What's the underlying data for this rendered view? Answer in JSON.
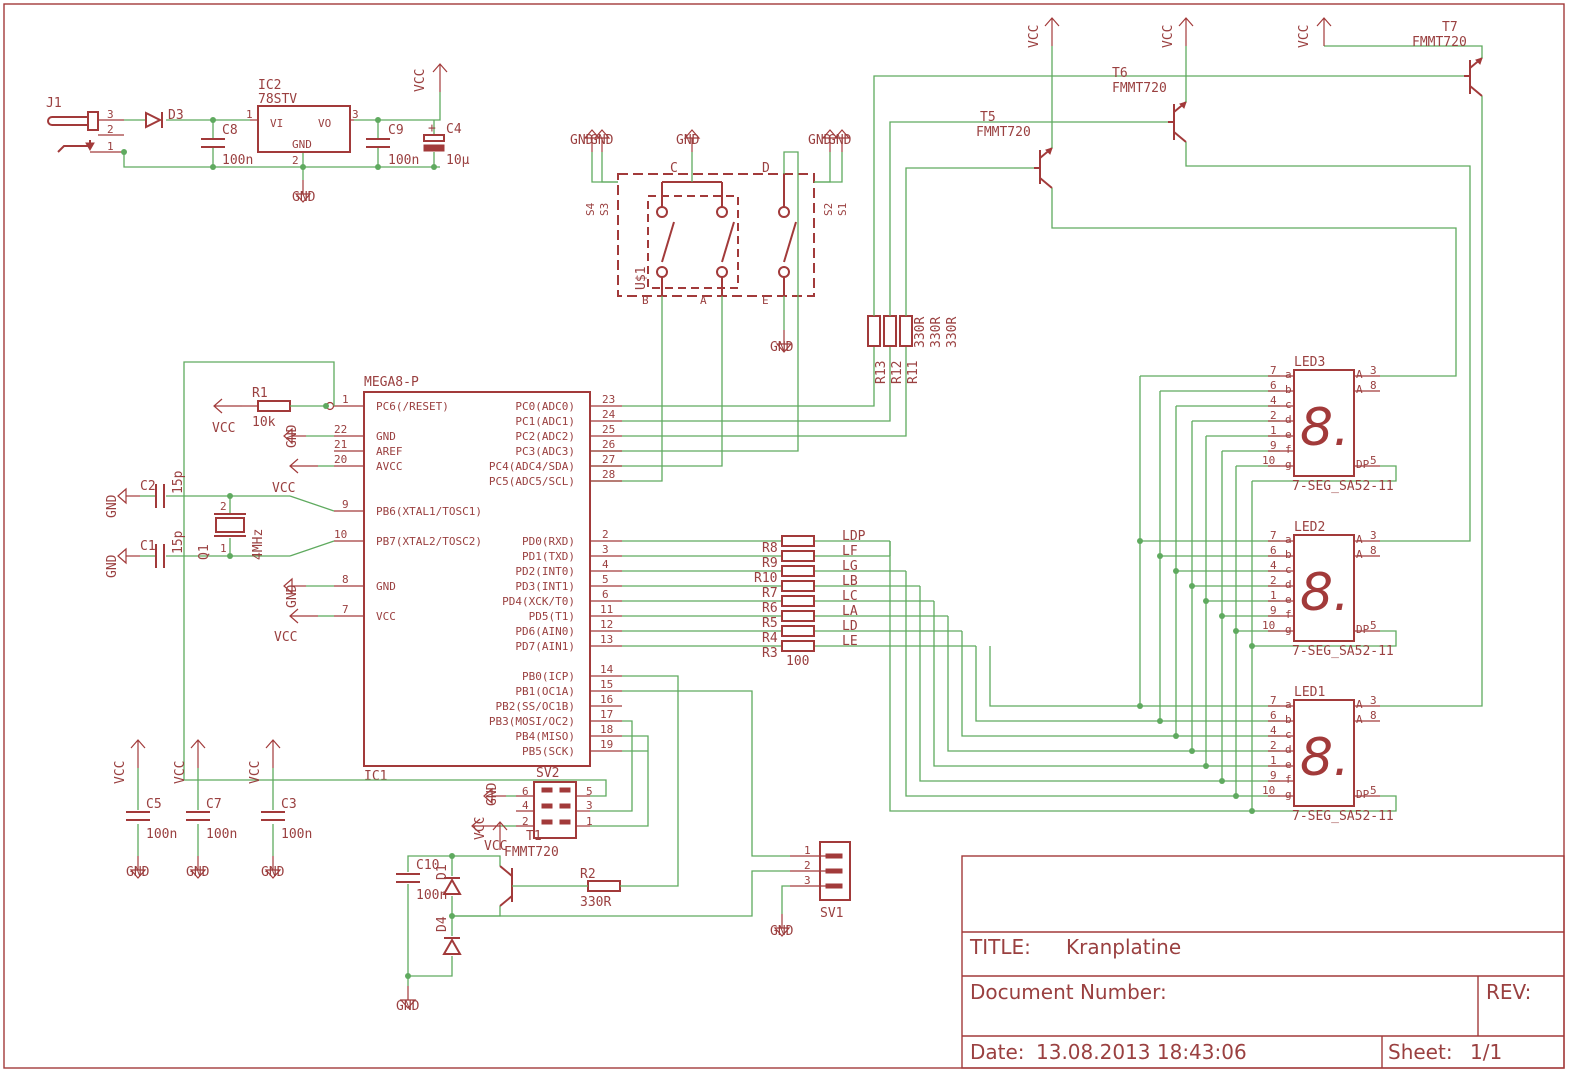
{
  "title_block": {
    "title_label": "TITLE:",
    "title": "Kranplatine",
    "document_label": "Document Number:",
    "rev_label": "REV:",
    "date_label": "Date:",
    "date": "13.08.2013 18:43:06",
    "sheet_label": "Sheet:",
    "sheet": "1/1"
  },
  "net_labels": {
    "vcc": "VCC",
    "gnd": "GND"
  },
  "power_supply": {
    "j1": "J1",
    "j1_pins": [
      "3",
      "2",
      "1"
    ],
    "d3": "D3",
    "c8": "C8",
    "c8_value": "100n",
    "ic2": "IC2",
    "ic2_value": "78STV",
    "ic2_vi": "VI",
    "ic2_vo": "VO",
    "ic2_gnd": "GND",
    "ic2_pin1": "1",
    "ic2_pin2": "2",
    "ic2_pin3": "3",
    "c9": "C9",
    "c9_value": "100n",
    "c4": "C4",
    "c4_value": "10µ"
  },
  "switch_block": {
    "name": "U$1",
    "pin_labels_top": [
      "C",
      "D"
    ],
    "pin_labels_bottom": [
      "B",
      "A",
      "E"
    ],
    "left_labels": [
      "S4",
      "S3"
    ],
    "right_labels": [
      "S2",
      "S1"
    ]
  },
  "mcu": {
    "name": "MEGA8-P",
    "ref": "IC1",
    "left_pins": [
      {
        "num": "1",
        "name": "PC6(/RESET)"
      },
      {
        "num": "22",
        "name": "GND"
      },
      {
        "num": "21",
        "name": "AREF"
      },
      {
        "num": "20",
        "name": "AVCC"
      },
      {
        "num": "9",
        "name": "PB6(XTAL1/TOSC1)"
      },
      {
        "num": "10",
        "name": "PB7(XTAL2/TOSC2)"
      },
      {
        "num": "8",
        "name": "GND"
      },
      {
        "num": "7",
        "name": "VCC"
      }
    ],
    "right_pins_c": [
      {
        "num": "23",
        "name": "PC0(ADC0)"
      },
      {
        "num": "24",
        "name": "PC1(ADC1)"
      },
      {
        "num": "25",
        "name": "PC2(ADC2)"
      },
      {
        "num": "26",
        "name": "PC3(ADC3)"
      },
      {
        "num": "27",
        "name": "PC4(ADC4/SDA)"
      },
      {
        "num": "28",
        "name": "PC5(ADC5/SCL)"
      }
    ],
    "right_pins_d": [
      {
        "num": "2",
        "name": "PD0(RXD)"
      },
      {
        "num": "3",
        "name": "PD1(TXD)"
      },
      {
        "num": "4",
        "name": "PD2(INT0)"
      },
      {
        "num": "5",
        "name": "PD3(INT1)"
      },
      {
        "num": "6",
        "name": "PD4(XCK/T0)"
      },
      {
        "num": "11",
        "name": "PD5(T1)"
      },
      {
        "num": "12",
        "name": "PD6(AIN0)"
      },
      {
        "num": "13",
        "name": "PD7(AIN1)"
      }
    ],
    "right_pins_b": [
      {
        "num": "14",
        "name": "PB0(ICP)"
      },
      {
        "num": "15",
        "name": "PB1(OC1A)"
      },
      {
        "num": "16",
        "name": "PB2(SS/OC1B)"
      },
      {
        "num": "17",
        "name": "PB3(MOSI/OC2)"
      },
      {
        "num": "18",
        "name": "PB4(MISO)"
      },
      {
        "num": "19",
        "name": "PB5(SCK)"
      }
    ]
  },
  "reset": {
    "r1": "R1",
    "r1_value": "10k"
  },
  "crystal": {
    "c2": "C2",
    "c2_value": "15p",
    "c1": "C1",
    "c1_value": "15p",
    "q1": "Q1",
    "q1_value": "4MHz",
    "q1_pin1": "1",
    "q1_pin2": "2"
  },
  "segment_resistors": {
    "refs": [
      "R8",
      "R9",
      "R10",
      "R7",
      "R6",
      "R5",
      "R4",
      "R3"
    ],
    "nets": [
      "LDP",
      "LF",
      "LG",
      "LB",
      "LC",
      "LA",
      "LD",
      "LE"
    ],
    "value": "100"
  },
  "digit_resistors": {
    "refs": [
      "R13",
      "R12",
      "R11"
    ],
    "values": [
      "330R",
      "330R",
      "330R"
    ]
  },
  "transistors": {
    "t5": "T5",
    "t6": "T6",
    "t7": "T7",
    "t1": "T1",
    "model": "FMMT720"
  },
  "displays": {
    "names": [
      "LED3",
      "LED2",
      "LED1"
    ],
    "model": "7-SEG_SA52-11",
    "glyph": "8.",
    "left_pin_nums": [
      "7",
      "6",
      "4",
      "2",
      "1",
      "9",
      "10"
    ],
    "left_pin_segs": [
      "a",
      "b",
      "c",
      "d",
      "e",
      "f",
      "g"
    ],
    "right_pins": [
      {
        "a": "A",
        "num": "3"
      },
      {
        "a": "A",
        "num": "8"
      },
      {
        "a": "DP",
        "num": "5"
      }
    ]
  },
  "decoupling": {
    "c5": "C5",
    "c7": "C7",
    "c3": "C3",
    "value": "100n"
  },
  "isp": {
    "name": "SV2",
    "pins_left": [
      "6",
      "4",
      "2"
    ],
    "pins_right": [
      "5",
      "3",
      "1"
    ]
  },
  "motor": {
    "c10": "C10",
    "c10_value": "100n",
    "d1": "D1",
    "d4": "D4",
    "r2": "R2",
    "r2_value": "330R",
    "sv1": "SV1",
    "sv1_pins": [
      "1",
      "2",
      "3"
    ]
  }
}
